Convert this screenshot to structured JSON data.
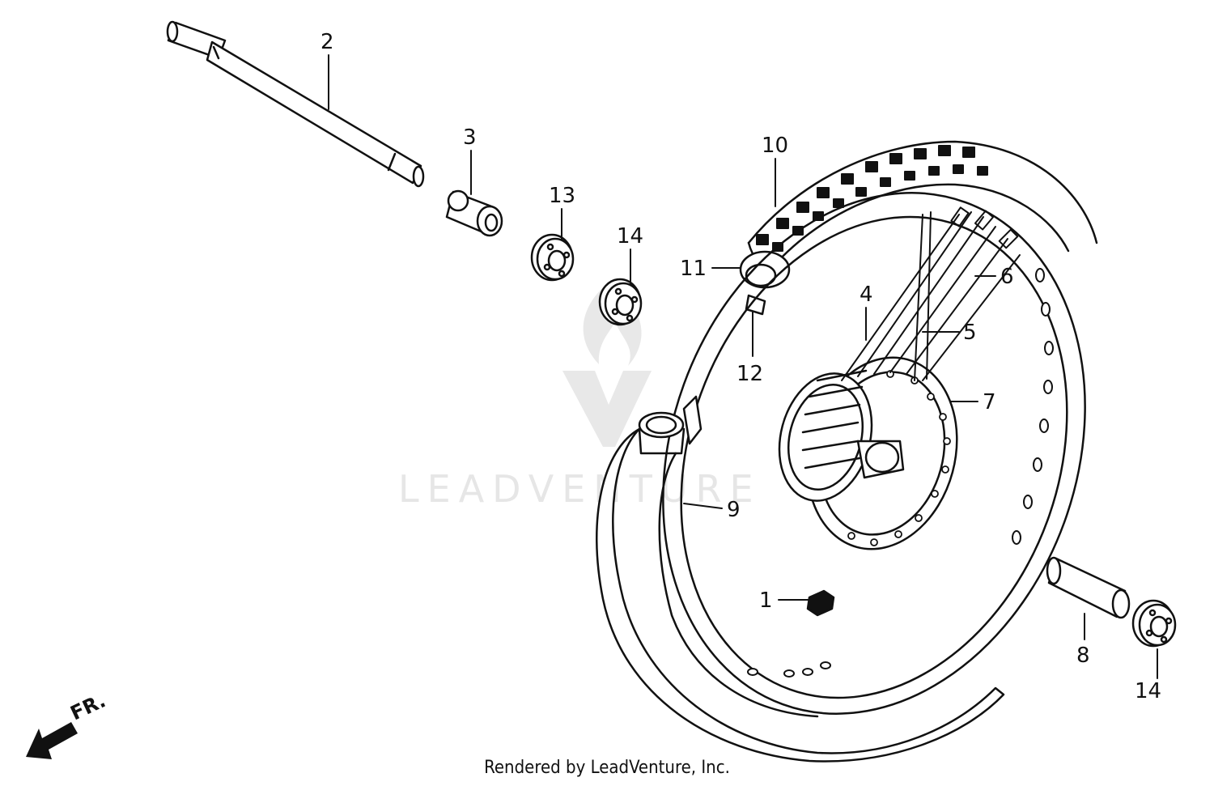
{
  "diagram": {
    "callouts": [
      {
        "id": "c1",
        "text": "1"
      },
      {
        "id": "c2",
        "text": "2"
      },
      {
        "id": "c3",
        "text": "3"
      },
      {
        "id": "c4",
        "text": "4"
      },
      {
        "id": "c5",
        "text": "5"
      },
      {
        "id": "c6",
        "text": "6"
      },
      {
        "id": "c7",
        "text": "7"
      },
      {
        "id": "c8",
        "text": "8"
      },
      {
        "id": "c9",
        "text": "9"
      },
      {
        "id": "c10",
        "text": "10"
      },
      {
        "id": "c11",
        "text": "11"
      },
      {
        "id": "c12",
        "text": "12"
      },
      {
        "id": "c13",
        "text": "13"
      },
      {
        "id": "c14a",
        "text": "14"
      },
      {
        "id": "c14b",
        "text": "14"
      }
    ],
    "direction_label": "FR.",
    "watermark": "LEADVENTURE",
    "footer": "Rendered by LeadVenture, Inc."
  },
  "colors": {
    "line": "#111111",
    "watermark": "#e6e6e6",
    "background": "#ffffff"
  },
  "icons": [
    "direction-arrow-icon",
    "leadventure-logo-icon"
  ]
}
